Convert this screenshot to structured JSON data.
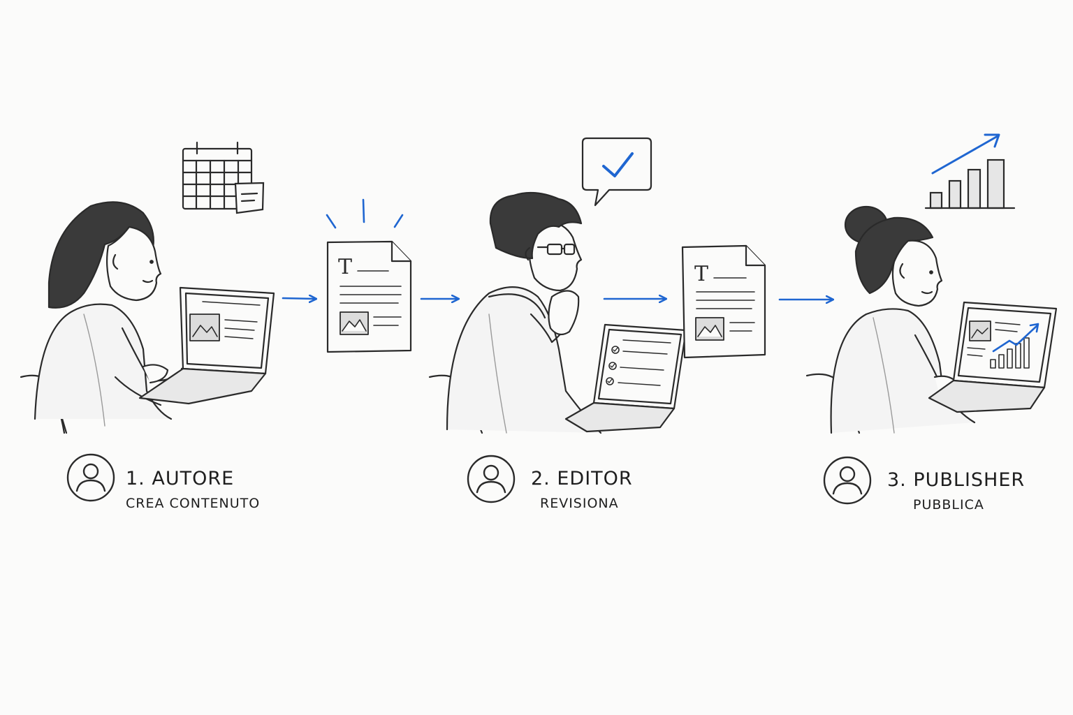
{
  "colors": {
    "ink": "#2a2a2a",
    "accent": "#1f66d1",
    "background": "#fbfbfa",
    "shade": "#e2e2e2"
  },
  "steps": [
    {
      "title": "1. AUTORE",
      "subtitle": "CREA CONTENUTO",
      "icon": "user-icon"
    },
    {
      "title": "2. EDITOR",
      "subtitle": "REVISIONA",
      "icon": "user-icon"
    },
    {
      "title": "3. PUBLISHER",
      "subtitle": "PUBBLICA",
      "icon": "user-icon"
    }
  ],
  "document_letter": "T",
  "icons": [
    "calendar-icon",
    "sticky-note-icon",
    "document-icon",
    "chat-checkmark-icon",
    "growth-chart-icon",
    "arrow-right-icon"
  ]
}
